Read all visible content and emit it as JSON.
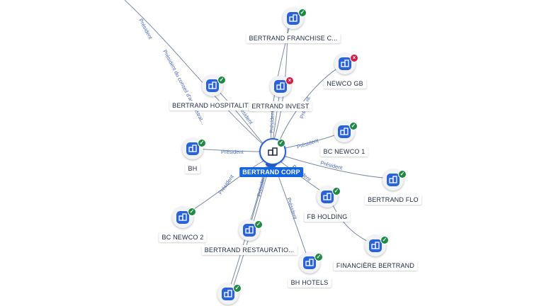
{
  "center": {
    "label": "BERTRAND CORP",
    "icon": "building-icon"
  },
  "nodes": [
    {
      "id": "franchise",
      "label": "BERTRAND FRANCHISE C...",
      "status": "active"
    },
    {
      "id": "newco_gb",
      "label": "NEWCO GB",
      "status": "closed"
    },
    {
      "id": "hospitality",
      "label": "BERTRAND HOSPITALITY",
      "status": "active"
    },
    {
      "id": "invest",
      "label": "ERTRAND INVEST",
      "status": "closed"
    },
    {
      "id": "bc_newco1",
      "label": "BC NEWCO 1",
      "status": "active"
    },
    {
      "id": "bh",
      "label": "BH",
      "status": "active"
    },
    {
      "id": "flo",
      "label": "BERTRAND FLO",
      "status": "active"
    },
    {
      "id": "fb_holding",
      "label": "FB HOLDING",
      "status": "active"
    },
    {
      "id": "bc_newco2",
      "label": "BC NEWCO 2",
      "status": "active"
    },
    {
      "id": "restauration",
      "label": "BERTRAND RESTAURATIO...",
      "status": "active"
    },
    {
      "id": "financiere",
      "label": "FINANCIÈRE BERTRAND",
      "status": "active"
    },
    {
      "id": "bh_hotels",
      "label": "BH HOTELS",
      "status": "active"
    },
    {
      "id": "bottom",
      "label": "",
      "status": "active"
    }
  ],
  "edge_labels": {
    "president": "Président",
    "president_ca": "Président du conseil d'administrat..."
  },
  "status_colors": {
    "active": "#1f8a43",
    "closed": "#d81b45"
  },
  "accent": "#1565e0"
}
